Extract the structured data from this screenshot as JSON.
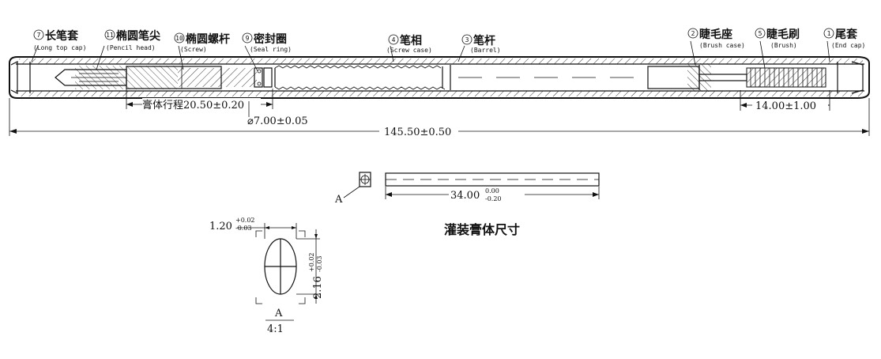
{
  "parts": [
    {
      "num": "7",
      "cn": "长笔套",
      "en": "(Long top cap)"
    },
    {
      "num": "11",
      "cn": "椭圆笔尖",
      "en": "(Pencil head)"
    },
    {
      "num": "10",
      "cn": "椭圆螺杆",
      "en": "(Screw)"
    },
    {
      "num": "9",
      "cn": "密封圈",
      "en": "(Seal ring)"
    },
    {
      "num": "4",
      "cn": "笔相",
      "en": "(Screw case)"
    },
    {
      "num": "3",
      "cn": "笔杆",
      "en": "(Barrel)"
    },
    {
      "num": "2",
      "cn": "睫毛座",
      "en": "(Brush case)"
    },
    {
      "num": "5",
      "cn": "睫毛刷",
      "en": "(Brush)"
    },
    {
      "num": "1",
      "cn": "尾套",
      "en": "(End cap)"
    }
  ],
  "dimensions": {
    "travel": "膏体行程20.50±0.20",
    "diameter": "⌀7.00±0.05",
    "overall": "145.50±0.50",
    "brush": "14.00±1.00"
  },
  "filling": {
    "title": "灌装膏体尺寸",
    "section_marker": "A",
    "length_main": "34.00",
    "length_tol_upper": "0.00",
    "length_tol_lower": "-0.20"
  },
  "detail": {
    "width_main": "1.20",
    "width_tol_upper": "+0.02",
    "width_tol_lower": "-0.03",
    "height_main": "2.16",
    "height_tol_upper": "+0.02",
    "height_tol_lower": "-0.03",
    "view_label": "A",
    "scale": "4:1"
  }
}
